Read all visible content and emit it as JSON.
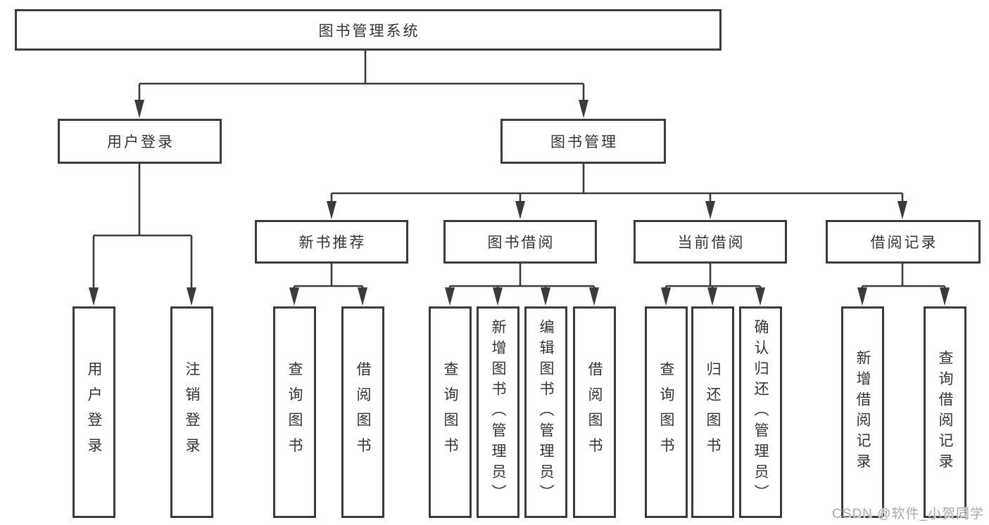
{
  "diagram": {
    "root": {
      "label": "图书管理系统"
    },
    "level2": [
      {
        "label": "用户登录"
      },
      {
        "label": "图书管理"
      }
    ],
    "level3": [
      {
        "label": "新书推荐"
      },
      {
        "label": "图书借阅"
      },
      {
        "label": "当前借阅"
      },
      {
        "label": "借阅记录"
      }
    ],
    "leaves": [
      {
        "label": "用户登录"
      },
      {
        "label": "注销登录"
      },
      {
        "label": "查询图书"
      },
      {
        "label": "借阅图书"
      },
      {
        "label": "查询图书"
      },
      {
        "label": "新增图书（管理员）"
      },
      {
        "label": "编辑图书（管理员）"
      },
      {
        "label": "借阅图书"
      },
      {
        "label": "查询图书"
      },
      {
        "label": "归还图书"
      },
      {
        "label": "确认归还（管理员）"
      },
      {
        "label": "新增借阅记录"
      },
      {
        "label": "查询借阅记录"
      }
    ]
  },
  "watermark": {
    "text": "CSDN @软件_小贺同学"
  },
  "colors": {
    "line": "#3b3b3b",
    "text": "#333333",
    "watermark": "#ababab"
  }
}
